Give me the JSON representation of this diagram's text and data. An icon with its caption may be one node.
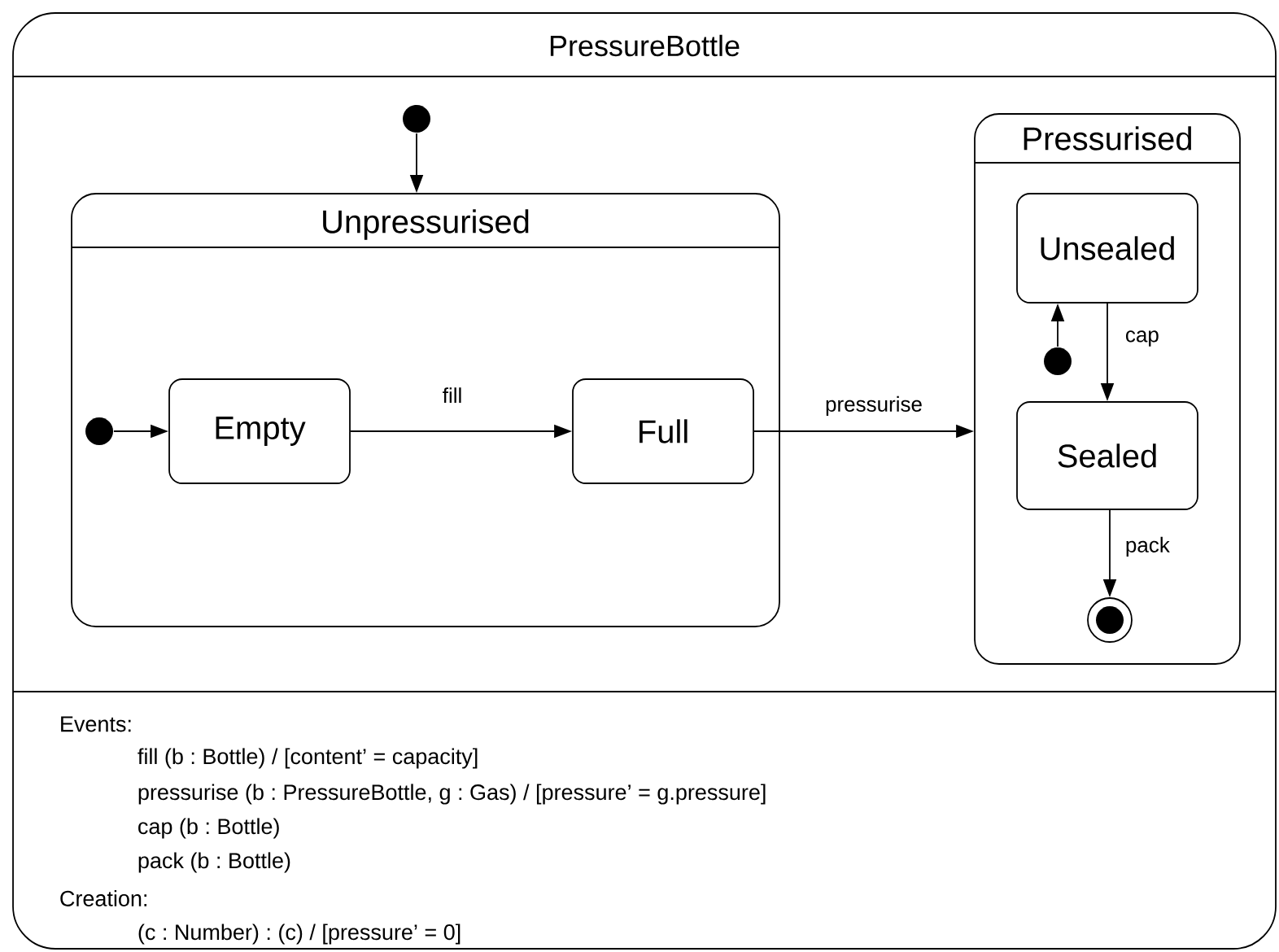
{
  "diagram": {
    "nodes": [
      {
        "text": [
          "PressureBottle",
          "Events:",
          "fill (b : Bottle) / [content’ = capacity]",
          "pressurise (b : PressureBottle, g : Gas) / [pressure’ = g.pressure]",
          "cap (b : Bottle)",
          "pack (b : Bottle)",
          "Creation:",
          "(c : Number) : (c) / [pressure’ = 0]"
        ]
      },
      {
        "text": [],
        "shape": "dot",
        "in": 0
      },
      {
        "text": [
          "Unpressurised"
        ],
        "in": 0
      },
      {
        "text": [],
        "shape": "dot",
        "in": 2
      },
      {
        "text": [
          "Empty"
        ],
        "in": 2
      },
      {
        "text": [
          "Full"
        ],
        "in": 2
      },
      {
        "text": [
          "Pressurised"
        ],
        "in": 0
      },
      {
        "text": [
          "Unsealed"
        ],
        "in": 6
      },
      {
        "text": [],
        "shape": "dot",
        "in": 6
      },
      {
        "text": [
          "Sealed"
        ],
        "in": 6
      },
      {
        "text": [],
        "shape": "bullseye",
        "in": 6
      }
    ],
    "edges": [
      {
        "from": 1,
        "to": 2,
        "arrow": "to"
      },
      {
        "from": 3,
        "to": 4,
        "arrow": "to"
      },
      {
        "from": 4,
        "to": 5,
        "arrow": "to",
        "label": "fill"
      },
      {
        "from": 5,
        "to": 6,
        "arrow": "to",
        "label": "pressurise"
      },
      {
        "from": 8,
        "to": 7,
        "arrow": "to"
      },
      {
        "from": 7,
        "to": 9,
        "arrow": "to",
        "label": "cap"
      },
      {
        "from": 9,
        "to": 10,
        "arrow": "to",
        "label": "pack"
      }
    ]
  }
}
